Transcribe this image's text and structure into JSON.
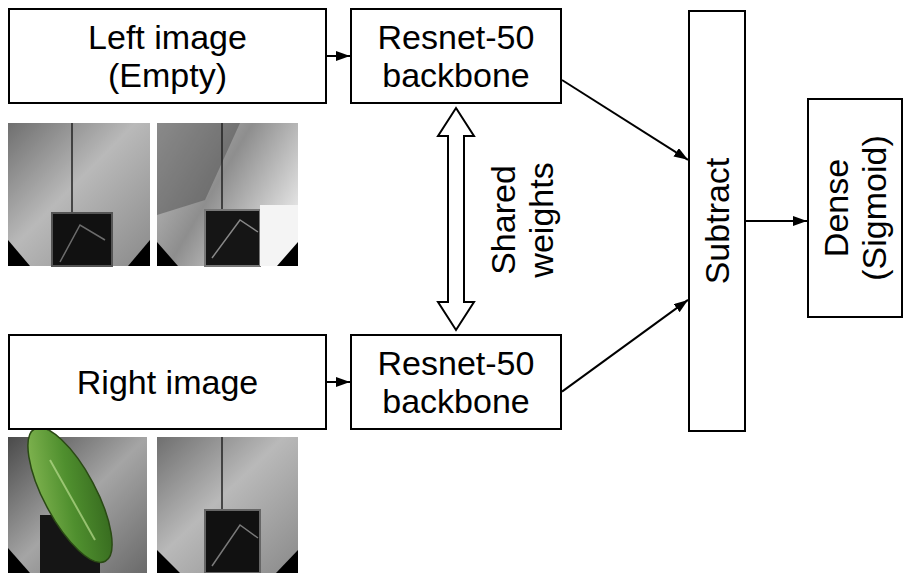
{
  "diagram": {
    "nodes": [
      {
        "text": [
          "Left image (Empty)"
        ]
      },
      {
        "text": [
          "Resnet-50 backbone"
        ]
      },
      {
        "text": [
          "Right image"
        ]
      },
      {
        "text": [
          "Resnet-50 backbone"
        ]
      },
      {
        "text": [
          "Subtract"
        ]
      },
      {
        "text": [
          "Dense (Sigmoid)"
        ]
      }
    ],
    "edges": [
      {
        "from": 0,
        "to": 1,
        "arrow": "to"
      },
      {
        "from": 1,
        "to": 4,
        "arrow": "to"
      },
      {
        "from": 2,
        "to": 3,
        "arrow": "to"
      },
      {
        "from": 3,
        "to": 4,
        "arrow": "to"
      },
      {
        "from": 4,
        "to": 5,
        "arrow": "to"
      },
      {
        "from": 1,
        "to": 3,
        "arrow": "both"
      }
    ],
    "labels": [
      "Shared weights"
    ]
  }
}
